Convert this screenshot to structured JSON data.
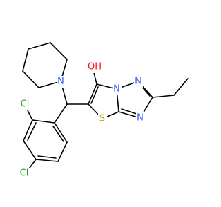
{
  "molecule": {
    "atoms": {
      "hydroxyl": {
        "label": "OH",
        "color": "#ff0d0d"
      },
      "piperidine_n": {
        "label": "N",
        "color": "#3050f8"
      },
      "ring_n1": {
        "label": "N",
        "color": "#3050f8"
      },
      "ring_n2": {
        "label": "N",
        "color": "#3050f8"
      },
      "ring_n3": {
        "label": "N",
        "color": "#3050f8"
      },
      "sulfur": {
        "label": "S",
        "color": "#c8a000"
      },
      "chlorine_top": {
        "label": "Cl",
        "color": "#1fa01f"
      },
      "chlorine_bottom": {
        "label": "Cl",
        "color": "#1fa01f"
      }
    }
  }
}
